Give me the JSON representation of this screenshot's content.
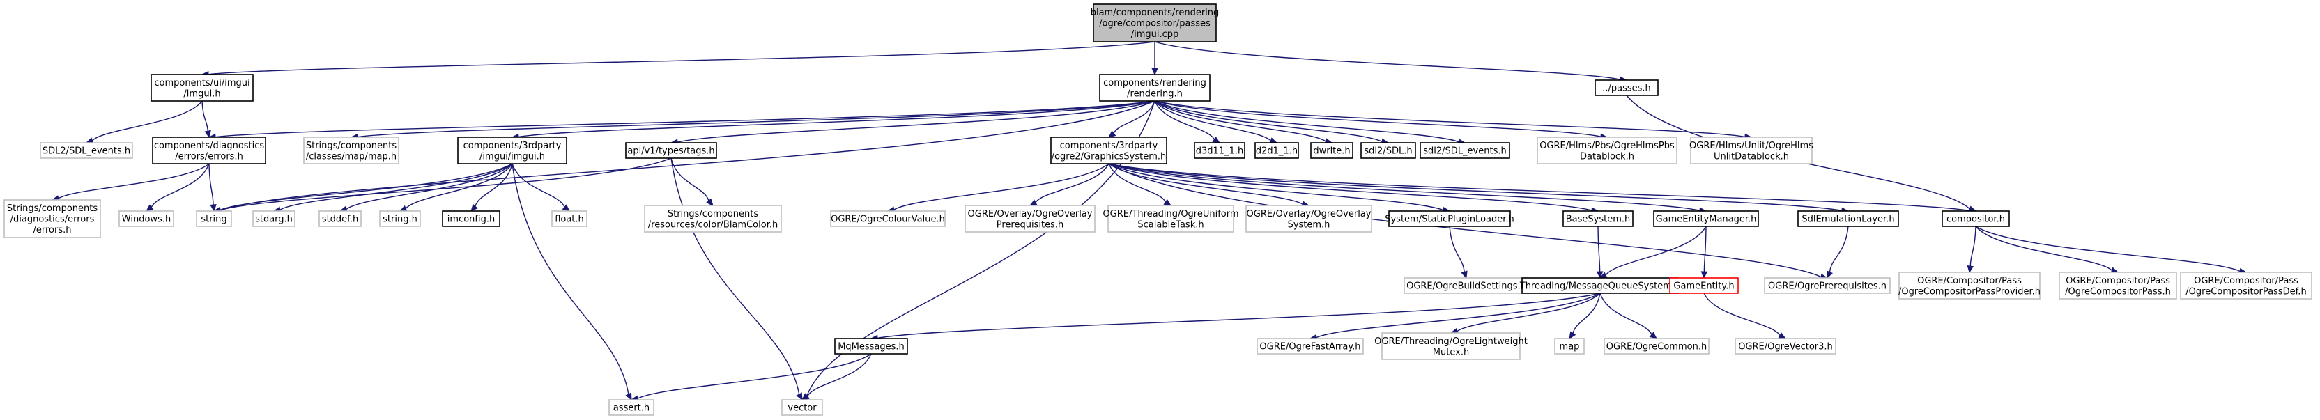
{
  "colors": {
    "edge": "#191970",
    "root_fill": "#bfbfbf",
    "root_border": "#000000",
    "documented_border": "#000000",
    "external_border": "#bfbfbf",
    "missing_border": "#ff0000",
    "node_fill": "#ffffff"
  },
  "nodes": [
    {
      "id": "root",
      "kind": "root",
      "lines": [
        "blam/components/rendering",
        "/ogre/compositor/passes",
        "/imgui.cpp"
      ]
    },
    {
      "id": "ui_imgui",
      "kind": "documented",
      "lines": [
        "components/ui/imgui",
        "/imgui.h"
      ]
    },
    {
      "id": "rendering",
      "kind": "documented",
      "lines": [
        "components/rendering",
        "/rendering.h"
      ]
    },
    {
      "id": "passes",
      "kind": "documented",
      "lines": [
        "../passes.h"
      ]
    },
    {
      "id": "sdl2_events",
      "kind": "external",
      "lines": [
        "SDL2/SDL_events.h"
      ]
    },
    {
      "id": "errors",
      "kind": "documented",
      "lines": [
        "components/diagnostics",
        "/errors/errors.h"
      ]
    },
    {
      "id": "strings_map",
      "kind": "external",
      "lines": [
        "Strings/components",
        "/classes/map/map.h"
      ]
    },
    {
      "id": "thirdparty_imgui",
      "kind": "documented",
      "lines": [
        "components/3rdparty",
        "/imgui/imgui.h"
      ]
    },
    {
      "id": "tags",
      "kind": "documented",
      "lines": [
        "api/v1/types/tags.h"
      ]
    },
    {
      "id": "graphics_system",
      "kind": "documented",
      "lines": [
        "components/3rdparty",
        "/ogre2/GraphicsSystem.h"
      ]
    },
    {
      "id": "d3d11",
      "kind": "documented",
      "lines": [
        "d3d11_1.h"
      ]
    },
    {
      "id": "d2d1",
      "kind": "documented",
      "lines": [
        "d2d1_1.h"
      ]
    },
    {
      "id": "dwrite",
      "kind": "documented",
      "lines": [
        "dwrite.h"
      ]
    },
    {
      "id": "sdl2_sdl",
      "kind": "documented",
      "lines": [
        "sdl2/SDL.h"
      ]
    },
    {
      "id": "sdl2_events_lower",
      "kind": "documented",
      "lines": [
        "sdl2/SDL_events.h"
      ]
    },
    {
      "id": "hlms_pbs",
      "kind": "external",
      "lines": [
        "OGRE/Hlms/Pbs/OgreHlmsPbs",
        "Datablock.h"
      ]
    },
    {
      "id": "hlms_unlit",
      "kind": "external",
      "lines": [
        "OGRE/Hlms/Unlit/OgreHlms",
        "UnlitDatablock.h"
      ]
    },
    {
      "id": "strings_errors",
      "kind": "external",
      "lines": [
        "Strings/components",
        "/diagnostics/errors",
        "/errors.h"
      ]
    },
    {
      "id": "windows",
      "kind": "external",
      "lines": [
        "Windows.h"
      ]
    },
    {
      "id": "string",
      "kind": "external",
      "lines": [
        "string"
      ]
    },
    {
      "id": "stdarg",
      "kind": "external",
      "lines": [
        "stdarg.h"
      ]
    },
    {
      "id": "stddef",
      "kind": "external",
      "lines": [
        "stddef.h"
      ]
    },
    {
      "id": "string_h",
      "kind": "external",
      "lines": [
        "string.h"
      ]
    },
    {
      "id": "imconfig",
      "kind": "documented",
      "lines": [
        "imconfig.h"
      ]
    },
    {
      "id": "float",
      "kind": "external",
      "lines": [
        "float.h"
      ]
    },
    {
      "id": "blamcolor",
      "kind": "external",
      "lines": [
        "Strings/components",
        "/resources/color/BlamColor.h"
      ]
    },
    {
      "id": "ogre_colour",
      "kind": "external",
      "lines": [
        "OGRE/OgreColourValue.h"
      ]
    },
    {
      "id": "ogre_overlay_prereq",
      "kind": "external",
      "lines": [
        "OGRE/Overlay/OgreOverlay",
        "Prerequisites.h"
      ]
    },
    {
      "id": "ogre_threading_uniform",
      "kind": "external",
      "lines": [
        "OGRE/Threading/OgreUniform",
        "ScalableTask.h"
      ]
    },
    {
      "id": "ogre_overlay_system",
      "kind": "external",
      "lines": [
        "OGRE/Overlay/OgreOverlay",
        "System.h"
      ]
    },
    {
      "id": "static_plugin",
      "kind": "documented",
      "lines": [
        "System/StaticPluginLoader.h"
      ]
    },
    {
      "id": "base_system",
      "kind": "documented",
      "lines": [
        "BaseSystem.h"
      ]
    },
    {
      "id": "game_entity_manager",
      "kind": "documented",
      "lines": [
        "GameEntityManager.h"
      ]
    },
    {
      "id": "sdl_emulation",
      "kind": "documented",
      "lines": [
        "SdlEmulationLayer.h"
      ]
    },
    {
      "id": "compositor",
      "kind": "documented",
      "lines": [
        "compositor.h"
      ]
    },
    {
      "id": "ogre_build_settings",
      "kind": "external",
      "lines": [
        "OGRE/OgreBuildSettings.h"
      ]
    },
    {
      "id": "message_queue",
      "kind": "documented",
      "lines": [
        "Threading/MessageQueueSystem.h"
      ]
    },
    {
      "id": "game_entity",
      "kind": "missing",
      "lines": [
        "GameEntity.h"
      ]
    },
    {
      "id": "ogre_prereq",
      "kind": "external",
      "lines": [
        "OGRE/OgrePrerequisites.h"
      ]
    },
    {
      "id": "pass_provider",
      "kind": "external",
      "lines": [
        "OGRE/Compositor/Pass",
        "/OgreCompositorPassProvider.h"
      ]
    },
    {
      "id": "compositor_pass",
      "kind": "external",
      "lines": [
        "OGRE/Compositor/Pass",
        "/OgreCompositorPass.h"
      ]
    },
    {
      "id": "pass_def",
      "kind": "external",
      "lines": [
        "OGRE/Compositor/Pass",
        "/OgreCompositorPassDef.h"
      ]
    },
    {
      "id": "mq_messages",
      "kind": "documented",
      "lines": [
        "MqMessages.h"
      ]
    },
    {
      "id": "ogre_fast_array",
      "kind": "external",
      "lines": [
        "OGRE/OgreFastArray.h"
      ]
    },
    {
      "id": "ogre_lightweight_mutex",
      "kind": "external",
      "lines": [
        "OGRE/Threading/OgreLightweight",
        "Mutex.h"
      ]
    },
    {
      "id": "map",
      "kind": "external",
      "lines": [
        "map"
      ]
    },
    {
      "id": "ogre_common",
      "kind": "external",
      "lines": [
        "OGRE/OgreCommon.h"
      ]
    },
    {
      "id": "ogre_vector3",
      "kind": "external",
      "lines": [
        "OGRE/OgreVector3.h"
      ]
    },
    {
      "id": "assert",
      "kind": "external",
      "lines": [
        "assert.h"
      ]
    },
    {
      "id": "vector",
      "kind": "external",
      "lines": [
        "vector"
      ]
    }
  ],
  "edges": [
    [
      "root",
      "ui_imgui"
    ],
    [
      "root",
      "rendering"
    ],
    [
      "root",
      "passes"
    ],
    [
      "ui_imgui",
      "sdl2_events"
    ],
    [
      "ui_imgui",
      "errors"
    ],
    [
      "rendering",
      "errors"
    ],
    [
      "rendering",
      "strings_map"
    ],
    [
      "rendering",
      "thirdparty_imgui"
    ],
    [
      "rendering",
      "tags"
    ],
    [
      "rendering",
      "graphics_system"
    ],
    [
      "rendering",
      "d3d11"
    ],
    [
      "rendering",
      "d2d1"
    ],
    [
      "rendering",
      "dwrite"
    ],
    [
      "rendering",
      "sdl2_sdl"
    ],
    [
      "rendering",
      "sdl2_events_lower"
    ],
    [
      "rendering",
      "hlms_pbs"
    ],
    [
      "rendering",
      "hlms_unlit"
    ],
    [
      "rendering",
      "string"
    ],
    [
      "rendering",
      "vector"
    ],
    [
      "passes",
      "compositor"
    ],
    [
      "errors",
      "strings_errors"
    ],
    [
      "errors",
      "windows"
    ],
    [
      "errors",
      "string"
    ],
    [
      "thirdparty_imgui",
      "string"
    ],
    [
      "thirdparty_imgui",
      "stdarg"
    ],
    [
      "thirdparty_imgui",
      "stddef"
    ],
    [
      "thirdparty_imgui",
      "string_h"
    ],
    [
      "thirdparty_imgui",
      "imconfig"
    ],
    [
      "thirdparty_imgui",
      "float"
    ],
    [
      "thirdparty_imgui",
      "assert"
    ],
    [
      "tags",
      "string"
    ],
    [
      "tags",
      "blamcolor"
    ],
    [
      "tags",
      "vector"
    ],
    [
      "graphics_system",
      "ogre_colour"
    ],
    [
      "graphics_system",
      "ogre_overlay_prereq"
    ],
    [
      "graphics_system",
      "ogre_threading_uniform"
    ],
    [
      "graphics_system",
      "ogre_overlay_system"
    ],
    [
      "graphics_system",
      "static_plugin"
    ],
    [
      "graphics_system",
      "base_system"
    ],
    [
      "graphics_system",
      "game_entity_manager"
    ],
    [
      "graphics_system",
      "sdl_emulation"
    ],
    [
      "graphics_system",
      "compositor"
    ],
    [
      "graphics_system",
      "ogre_prereq"
    ],
    [
      "static_plugin",
      "ogre_build_settings"
    ],
    [
      "base_system",
      "message_queue"
    ],
    [
      "game_entity_manager",
      "message_queue"
    ],
    [
      "game_entity_manager",
      "game_entity"
    ],
    [
      "sdl_emulation",
      "ogre_prereq"
    ],
    [
      "compositor",
      "pass_provider"
    ],
    [
      "compositor",
      "compositor_pass"
    ],
    [
      "compositor",
      "pass_def"
    ],
    [
      "message_queue",
      "mq_messages"
    ],
    [
      "message_queue",
      "ogre_fast_array"
    ],
    [
      "message_queue",
      "ogre_lightweight_mutex"
    ],
    [
      "message_queue",
      "map"
    ],
    [
      "message_queue",
      "ogre_common"
    ],
    [
      "game_entity",
      "ogre_vector3"
    ],
    [
      "mq_messages",
      "assert"
    ],
    [
      "mq_messages",
      "vector"
    ]
  ]
}
